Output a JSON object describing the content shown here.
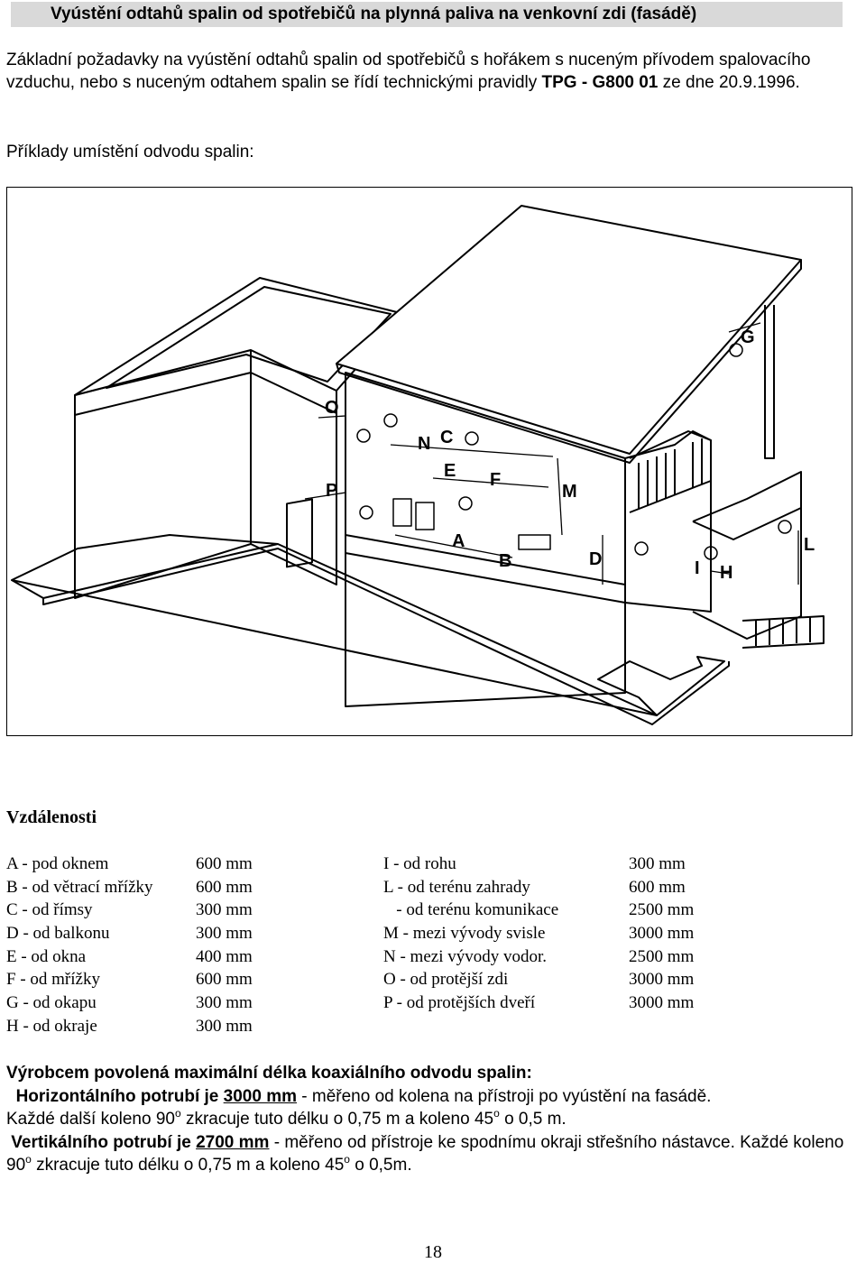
{
  "header": {
    "title": "Vyústění odtahů spalin od spotřebičů na plynná paliva na venkovní zdi (fasádě)"
  },
  "intro": {
    "text_before": "Základní požadavky na vyústění odtahů spalin od spotřebičů s hořákem s nuceným přívodem spalovacího vzduchu, nebo s nuceným odtahem spalin se řídí technickými pravidly",
    "standard": "TPG - G800 01",
    "text_after": "ze dne 20.9.1996."
  },
  "examples_label": "Příklady umístění odvodu spalin:",
  "figure": {
    "labels": {
      "A": "A",
      "B": "B",
      "C": "C",
      "D": "D",
      "E": "E",
      "F": "F",
      "G": "G",
      "H": "H",
      "I": "I",
      "L": "L",
      "M": "M",
      "N": "N",
      "O": "O",
      "P": "P"
    }
  },
  "distances": {
    "title": "Vzdálenosti",
    "left": [
      {
        "label": "A - pod oknem",
        "value": "600 mm"
      },
      {
        "label": "B - od větrací mřížky",
        "value": "600 mm"
      },
      {
        "label": "C - od římsy",
        "value": "300 mm"
      },
      {
        "label": "D - od balkonu",
        "value": "300 mm"
      },
      {
        "label": "E - od okna",
        "value": "400 mm"
      },
      {
        "label": "F - od mřížky",
        "value": "600 mm"
      },
      {
        "label": "G - od okapu",
        "value": "300 mm"
      },
      {
        "label": "H - od okraje",
        "value": "300 mm"
      }
    ],
    "right": [
      {
        "label": "I - od rohu",
        "value": "300 mm"
      },
      {
        "label": "L - od terénu zahrady",
        "value": "600 mm"
      },
      {
        "label": "   - od terénu komunikace",
        "value": "2500 mm"
      },
      {
        "label": "M - mezi vývody svisle",
        "value": "3000 mm"
      },
      {
        "label": "N - mezi vývody vodor.",
        "value": "2500 mm"
      },
      {
        "label": "O - od protější zdi",
        "value": "3000 mm"
      },
      {
        "label": "P - od protějších dveří",
        "value": "3000 mm"
      }
    ]
  },
  "max_length": {
    "heading": "Výrobcem povolená maximální délka koaxiálního odvodu spalin:",
    "horizontal_label": "Horizontálního potrubí je",
    "horizontal_value": "3000 mm",
    "horizontal_rest": "- měřeno od kolena na přístroji po vyústění na fasádě.",
    "horizontal_knee_a": "Každé další koleno 90",
    "horizontal_knee_b": "zkracuje tuto délku o 0,75 m a koleno 45",
    "horizontal_knee_c": "o 0,5 m.",
    "vertical_label": "Vertikálního potrubí je",
    "vertical_value": "2700 mm",
    "vertical_rest": "- měřeno od přístroje ke spodnímu okraji střešního nástavce. Každé koleno 90",
    "vertical_knee_b": "zkracuje tuto délku o 0,75 m a koleno 45",
    "vertical_knee_c": "o 0,5m.",
    "degree_mark": "o"
  },
  "page_number": "18"
}
